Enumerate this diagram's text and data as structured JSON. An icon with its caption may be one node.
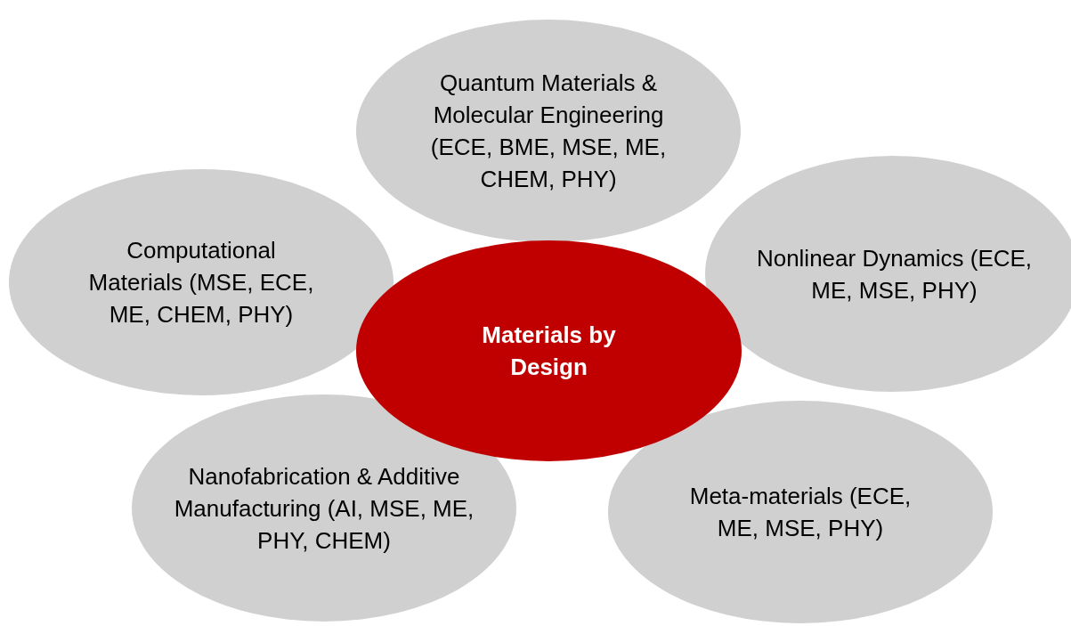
{
  "diagram": {
    "nodes": [
      {
        "text": [
          "Quantum Materials & Molecular Engineering (ECE, BME, MSE, ME, CHEM, PHY)"
        ]
      },
      {
        "text": [
          "Computational Materials (MSE, ECE, ME, CHEM, PHY)"
        ]
      },
      {
        "text": [
          "Nonlinear Dynamics (ECE, ME, MSE, PHY)"
        ]
      },
      {
        "text": [
          "Materials by Design"
        ]
      },
      {
        "text": [
          "Nanofabrication & Additive Manufacturing (AI, MSE, ME, PHY, CHEM)"
        ]
      },
      {
        "text": [
          "Meta-materials (ECE, ME, MSE, PHY)"
        ]
      }
    ],
    "edges": []
  }
}
